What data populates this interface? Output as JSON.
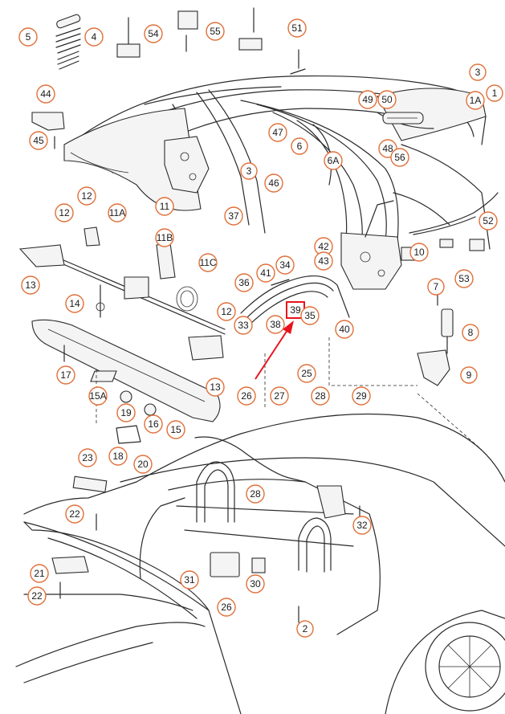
{
  "diagram": {
    "callouts": [
      "5",
      "4",
      "54",
      "55",
      "51",
      "3",
      "1",
      "1A",
      "44",
      "45",
      "49",
      "50",
      "47",
      "6",
      "6A",
      "48",
      "56",
      "12",
      "11A",
      "11",
      "46",
      "37",
      "3",
      "42",
      "43",
      "52",
      "10",
      "53",
      "12",
      "11B",
      "11C",
      "41",
      "34",
      "13",
      "36",
      "14",
      "39",
      "35",
      "12",
      "33",
      "38",
      "40",
      "7",
      "8",
      "17",
      "13",
      "9",
      "25",
      "15A",
      "19",
      "16",
      "15",
      "26",
      "27",
      "28",
      "29",
      "23",
      "18",
      "20",
      "22",
      "28",
      "32",
      "21",
      "31",
      "30",
      "22",
      "26",
      "2"
    ],
    "highlight_label": "39",
    "highlight_color": "#e8141c",
    "callout_color": "#e0703a"
  }
}
